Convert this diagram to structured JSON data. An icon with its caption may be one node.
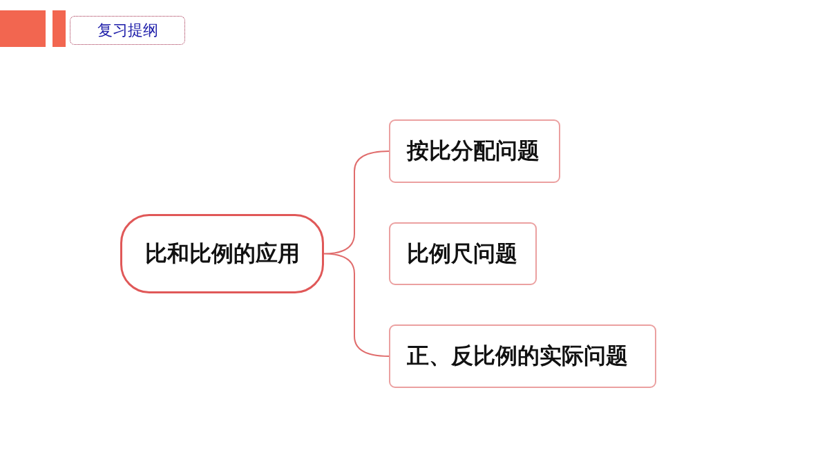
{
  "diagram": {
    "title": "复习提纲",
    "nodes": [
      {
        "text": [
          "比和比例的应用"
        ]
      },
      {
        "text": [
          "按比分配问题"
        ]
      },
      {
        "text": [
          "比例尺问题"
        ]
      },
      {
        "text": [
          "正、反比例的实际问题"
        ]
      }
    ],
    "edges": [
      {
        "from": 0,
        "to": 1,
        "arrow": "none"
      },
      {
        "from": 0,
        "to": 3,
        "arrow": "none"
      }
    ]
  }
}
